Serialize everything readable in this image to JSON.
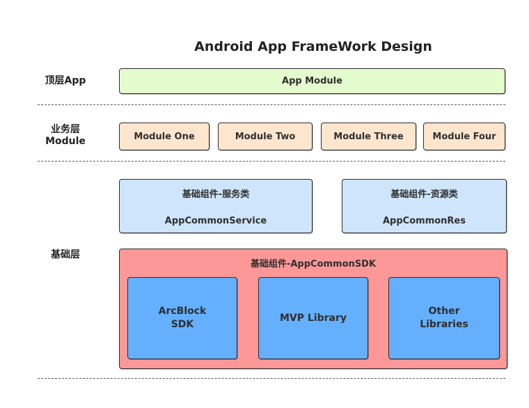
{
  "title": "Android App FrameWork Design",
  "layers": {
    "top": {
      "label": "顶层App",
      "box": "App Module"
    },
    "business": {
      "label_line1": "业务层",
      "label_line2": "Module",
      "modules": [
        "Module One",
        "Module Two",
        "Module Three",
        "Module Four"
      ]
    },
    "base": {
      "label": "基础层",
      "service": {
        "category": "基础组件-服务类",
        "name": "AppCommonService"
      },
      "resource": {
        "category": "基础组件-资源类",
        "name": "AppCommonRes"
      },
      "sdk": {
        "title": "基础组件-AppCommonSDK",
        "libraries": [
          {
            "line1": "ArcBlock",
            "line2": "SDK"
          },
          {
            "line1": "MVP Library",
            "line2": ""
          },
          {
            "line1": "Other",
            "line2": "Libraries"
          }
        ]
      }
    }
  },
  "colors": {
    "top_box": "#e4fbcd",
    "module_box": "#fee6ce",
    "component_box": "#cfe5fc",
    "sdk_box": "#fe9898",
    "library_box": "#64b0fe"
  }
}
